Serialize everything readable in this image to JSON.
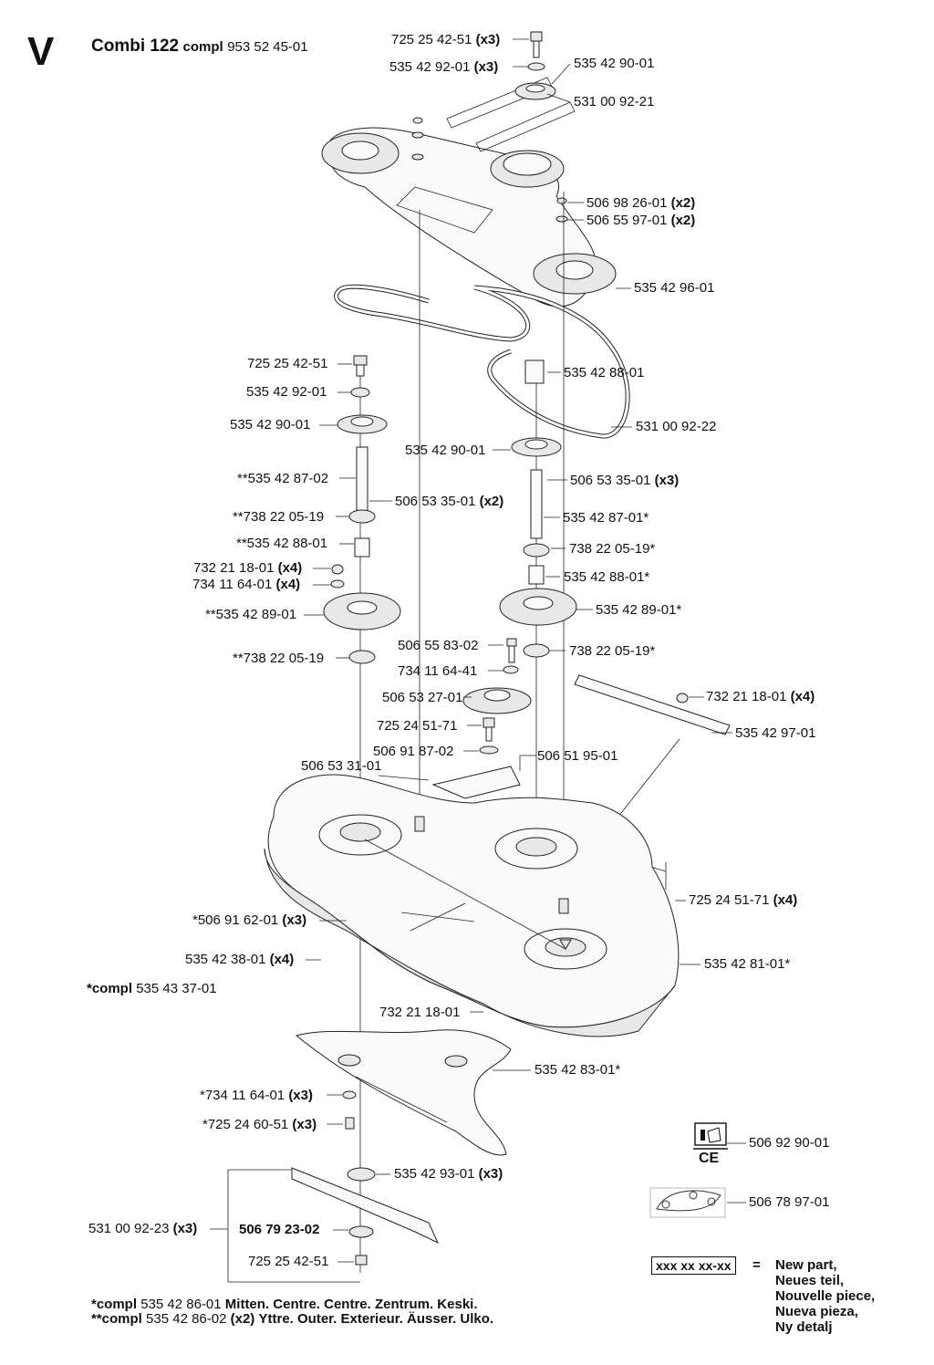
{
  "header": {
    "letter": "V",
    "title": "Combi 122",
    "compl_word": "compl",
    "compl_number": "953 52 45-01"
  },
  "parts": [
    {
      "id": "p01",
      "num": "725 25 42-51",
      "qty": "(x3)"
    },
    {
      "id": "p02",
      "num": "535 42 92-01",
      "qty": "(x3)"
    },
    {
      "id": "p03",
      "num": "535 42 90-01",
      "qty": ""
    },
    {
      "id": "p04",
      "num": "531 00 92-21",
      "qty": ""
    },
    {
      "id": "p05",
      "num": "506 98 26-01",
      "qty": "(x2)"
    },
    {
      "id": "p06",
      "num": "506 55 97-01",
      "qty": "(x2)"
    },
    {
      "id": "p07",
      "num": "535 42 96-01",
      "qty": ""
    },
    {
      "id": "p08",
      "num": "725 25 42-51",
      "qty": ""
    },
    {
      "id": "p09",
      "num": "535 42 88-01",
      "qty": ""
    },
    {
      "id": "p10",
      "num": "535 42 92-01",
      "qty": ""
    },
    {
      "id": "p11",
      "num": "535 42 90-01",
      "qty": ""
    },
    {
      "id": "p12",
      "num": "531 00 92-22",
      "qty": ""
    },
    {
      "id": "p13",
      "num": "535 42 90-01",
      "qty": ""
    },
    {
      "id": "p14",
      "num": "**535 42 87-02",
      "qty": ""
    },
    {
      "id": "p15",
      "num": "506 53 35-01",
      "qty": "(x3)"
    },
    {
      "id": "p16",
      "num": "506 53 35-01",
      "qty": "(x2)"
    },
    {
      "id": "p17",
      "num": "**738 22 05-19",
      "qty": ""
    },
    {
      "id": "p18",
      "num": "535 42 87-01*",
      "qty": ""
    },
    {
      "id": "p19",
      "num": "**535 42 88-01",
      "qty": ""
    },
    {
      "id": "p20",
      "num": "738 22 05-19*",
      "qty": ""
    },
    {
      "id": "p21",
      "num": "732 21 18-01",
      "qty": "(x4)"
    },
    {
      "id": "p22",
      "num": "734 11 64-01",
      "qty": "(x4)"
    },
    {
      "id": "p23",
      "num": "535 42 88-01*",
      "qty": ""
    },
    {
      "id": "p24",
      "num": "**535 42 89-01",
      "qty": ""
    },
    {
      "id": "p25",
      "num": "535 42 89-01*",
      "qty": ""
    },
    {
      "id": "p26",
      "num": "506 55 83-02",
      "qty": ""
    },
    {
      "id": "p27",
      "num": "738 22 05-19*",
      "qty": ""
    },
    {
      "id": "p28",
      "num": "**738 22 05-19",
      "qty": ""
    },
    {
      "id": "p29",
      "num": "734 11 64-41",
      "qty": ""
    },
    {
      "id": "p30",
      "num": "732 21 18-01",
      "qty": "(x4)"
    },
    {
      "id": "p31",
      "num": "506 53 27-01",
      "qty": ""
    },
    {
      "id": "p32",
      "num": "725 24 51-71",
      "qty": ""
    },
    {
      "id": "p33",
      "num": "535 42 97-01",
      "qty": ""
    },
    {
      "id": "p34",
      "num": "506 91 87-02",
      "qty": ""
    },
    {
      "id": "p35",
      "num": "506 51 95-01",
      "qty": ""
    },
    {
      "id": "p36",
      "num": "506 53 31-01",
      "qty": ""
    },
    {
      "id": "p37",
      "num": "725 24 51-71",
      "qty": "(x4)"
    },
    {
      "id": "p38",
      "num": "*506 91 62-01",
      "qty": "(x3)"
    },
    {
      "id": "p39",
      "num": "535 42 38-01",
      "qty": "(x4)"
    },
    {
      "id": "p40",
      "num": "535 42 81-01*",
      "qty": ""
    },
    {
      "id": "p41",
      "num": "732 21 18-01",
      "qty": ""
    },
    {
      "id": "p42",
      "num": "535 42 83-01*",
      "qty": ""
    },
    {
      "id": "p43",
      "num": "*734 11 64-01",
      "qty": "(x3)"
    },
    {
      "id": "p44",
      "num": "*725 24 60-51",
      "qty": "(x3)"
    },
    {
      "id": "p45",
      "num": "535 42 93-01",
      "qty": "(x3)"
    },
    {
      "id": "p46",
      "num": "506 92 90-01",
      "qty": ""
    },
    {
      "id": "p47",
      "num": "531 00 92-23",
      "qty": "(x3)"
    },
    {
      "id": "p48",
      "num": "506 79 23-02",
      "qty": "",
      "bold": true
    },
    {
      "id": "p49",
      "num": "506 78 97-01",
      "qty": ""
    },
    {
      "id": "p50",
      "num": "725 25 42-51",
      "qty": ""
    }
  ],
  "compl_note": {
    "prefix": "*compl",
    "number": "535 43 37-01"
  },
  "footnotes": [
    {
      "prefix": "*compl",
      "number": "535 42 86-01",
      "qty": "",
      "text": "Mitten. Centre. Centre. Zentrum. Keski."
    },
    {
      "prefix": "**compl",
      "number": "535 42 86-02",
      "qty": "(x2)",
      "text": "Yttre. Outer. Exterieur. Äusser. Ulko."
    }
  ],
  "legend": {
    "box": "xxx xx xx-xx",
    "equals": "=",
    "lines": [
      "New part,",
      "Neues teil,",
      "Nouvelle piece,",
      "Nueva pieza,",
      "Ny detalj"
    ]
  },
  "symbols": {
    "manual_icon": "i",
    "ce_mark": "CE"
  }
}
